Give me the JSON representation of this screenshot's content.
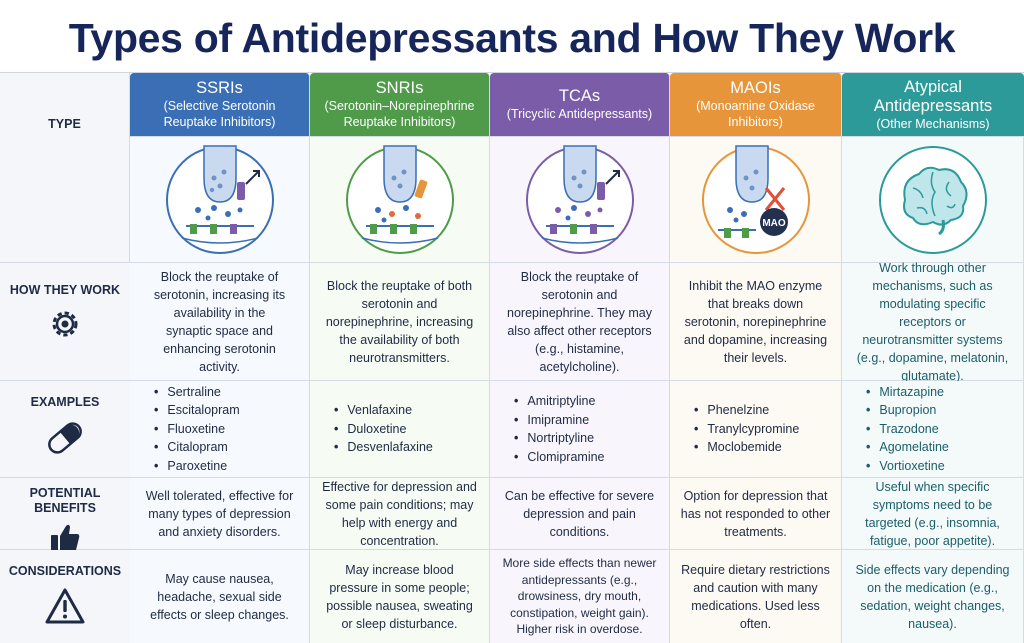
{
  "title": "Types of Antidepressants and How They Work",
  "colors": {
    "navy": "#16265a",
    "ssri": "#3b6fb5",
    "snri": "#4f9b4a",
    "tca": "#7b5ca8",
    "maoi": "#e6953a",
    "atypical": "#2d9a9a"
  },
  "row_labels": {
    "type": "TYPE",
    "how": "HOW THEY WORK",
    "examples": "EXAMPLES",
    "benefits": "POTENTIAL BENEFITS",
    "considerations": "CONSIDERATIONS"
  },
  "row_icons": {
    "how": "gear-head-icon",
    "examples": "pill-capsule-icon",
    "benefits": "thumbs-up-icon",
    "considerations": "warning-triangle-icon"
  },
  "columns": [
    {
      "name": "SSRIs",
      "sub": "(Selective Serotonin Reuptake Inhibitors)",
      "icon": "synapse-reuptake-blocked-icon",
      "how": "Block the reuptake of serotonin, increasing its availability in the synaptic space and enhancing serotonin activity.",
      "examples": [
        "Sertraline",
        "Escitalopram",
        "Fluoxetine",
        "Citalopram",
        "Paroxetine"
      ],
      "benefits": "Well tolerated, effective for many types of depression and anxiety disorders.",
      "considerations": "May cause nausea, headache, sexual side effects or sleep changes."
    },
    {
      "name": "SNRIs",
      "sub": "(Serotonin–Norepinephrine Reuptake Inhibitors)",
      "icon": "synapse-dual-reuptake-icon",
      "how": "Block the reuptake of both serotonin and norepinephrine, increasing the availability of both neurotransmitters.",
      "examples": [
        "Venlafaxine",
        "Duloxetine",
        "Desvenlafaxine"
      ],
      "benefits": "Effective for depression and some pain conditions; may help with energy and concentration.",
      "considerations": "May increase blood pressure in some people; possible nausea, sweating or sleep disturbance."
    },
    {
      "name": "TCAs",
      "sub": "(Tricyclic Antidepressants)",
      "icon": "synapse-tricyclic-icon",
      "how": "Block the reuptake of serotonin and norepinephrine. They may also affect other receptors (e.g., histamine, acetylcholine).",
      "examples": [
        "Amitriptyline",
        "Imipramine",
        "Nortriptyline",
        "Clomipramine"
      ],
      "benefits": "Can be effective for severe depression and pain conditions.",
      "considerations": "More side effects than newer antidepressants (e.g., drowsiness, dry mouth, constipation, weight gain). Higher risk in overdose."
    },
    {
      "name": "MAOIs",
      "sub": "(Monoamine Oxidase Inhibitors)",
      "icon": "synapse-mao-blocked-icon",
      "mao_label": "MAO",
      "how": "Inhibit the MAO enzyme that breaks down serotonin, norepinephrine and dopamine, increasing their levels.",
      "examples": [
        "Phenelzine",
        "Tranylcypromine",
        "Moclobemide"
      ],
      "benefits": "Option for depression that has not responded to other treatments.",
      "considerations": "Require dietary restrictions and caution with many medications. Used less often."
    },
    {
      "name": "Atypical Antidepressants",
      "sub": "(Other Mechanisms)",
      "icon": "brain-icon",
      "how": "Work through other mechanisms, such as modulating specific receptors or neurotransmitter systems (e.g., dopamine, melatonin, glutamate).",
      "examples": [
        "Mirtazapine",
        "Bupropion",
        "Trazodone",
        "Agomelatine",
        "Vortioxetine"
      ],
      "benefits": "Useful when specific symptoms need to be targeted (e.g., insomnia, fatigue, poor appetite).",
      "considerations": "Side effects vary depending on the medication (e.g., sedation, weight changes, nausea)."
    }
  ]
}
